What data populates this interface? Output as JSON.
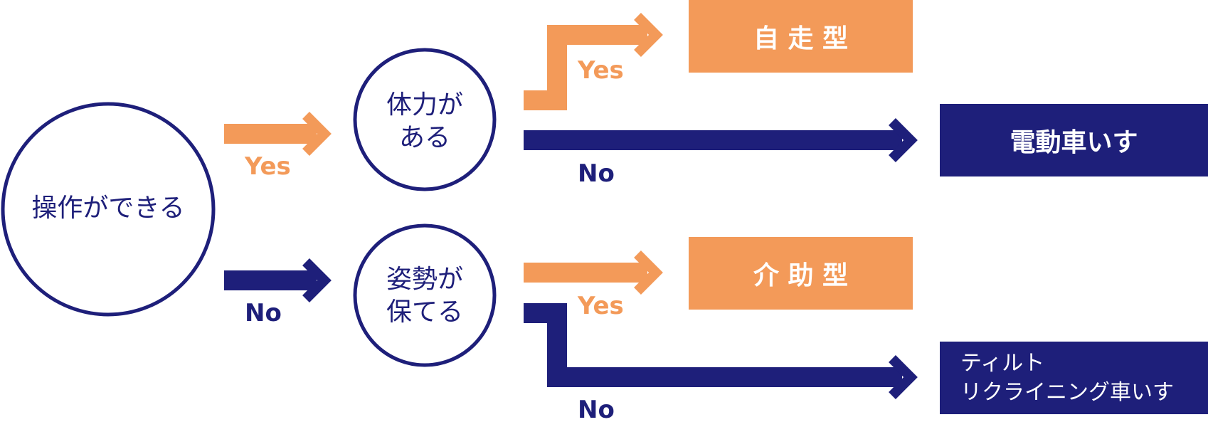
{
  "colors": {
    "orange": "#f39a59",
    "navy": "#1e1f7a"
  },
  "nodes": {
    "can_operate": "操作ができる",
    "has_stamina": {
      "line1": "体力が",
      "line2": "ある"
    },
    "keeps_posture": {
      "line1": "姿勢が",
      "line2": "保てる"
    }
  },
  "results": {
    "self_propelled": "自 走 型",
    "electric": "電動車いす",
    "attendant": "介 助 型",
    "tilt": {
      "line1": "ティルト",
      "line2": "リクライニング車いす"
    }
  },
  "edges": {
    "yes": "Yes",
    "no": "No"
  }
}
